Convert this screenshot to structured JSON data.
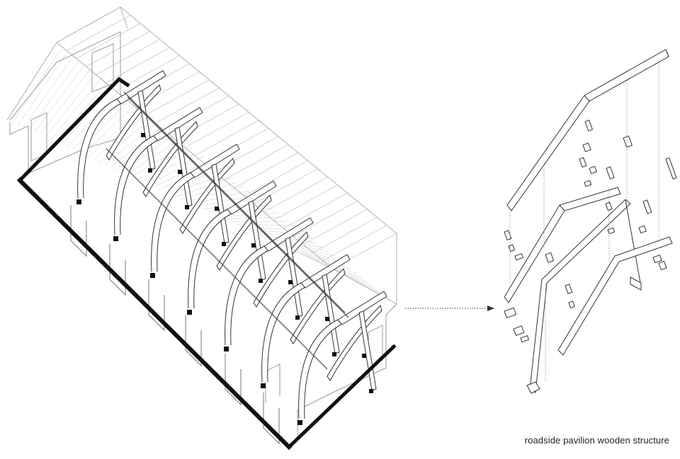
{
  "caption": "roadside pavilion wooden structure",
  "colors": {
    "ink": "#111111",
    "roof_line": "#c8c8c8",
    "thin_line": "#333333",
    "arrow": "#333333"
  },
  "diagram": {
    "left_view": "axonometric-pavilion",
    "right_view": "exploded-truss",
    "frame_count": 7
  }
}
